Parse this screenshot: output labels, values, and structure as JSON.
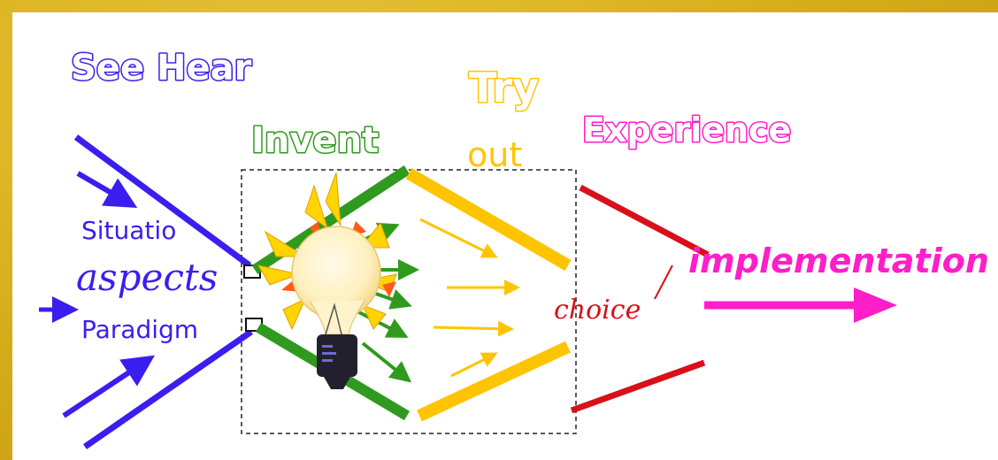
{
  "labels": {
    "see_hear": "See Hear",
    "invent": "Invent",
    "try": "Try",
    "out": "out",
    "experience": "Experience",
    "situation": "Situatio",
    "aspects": "aspects",
    "paradigm": "Paradigm",
    "choice": "choice",
    "implementation": "implementation"
  },
  "colors": {
    "blue": "#3a1ef0",
    "green": "#2f9a1e",
    "yellow": "#ffc400",
    "red": "#d8101a",
    "magenta": "#ff1ec8",
    "background": "#d9b21e"
  },
  "icons": [
    "lightbulb-icon"
  ]
}
